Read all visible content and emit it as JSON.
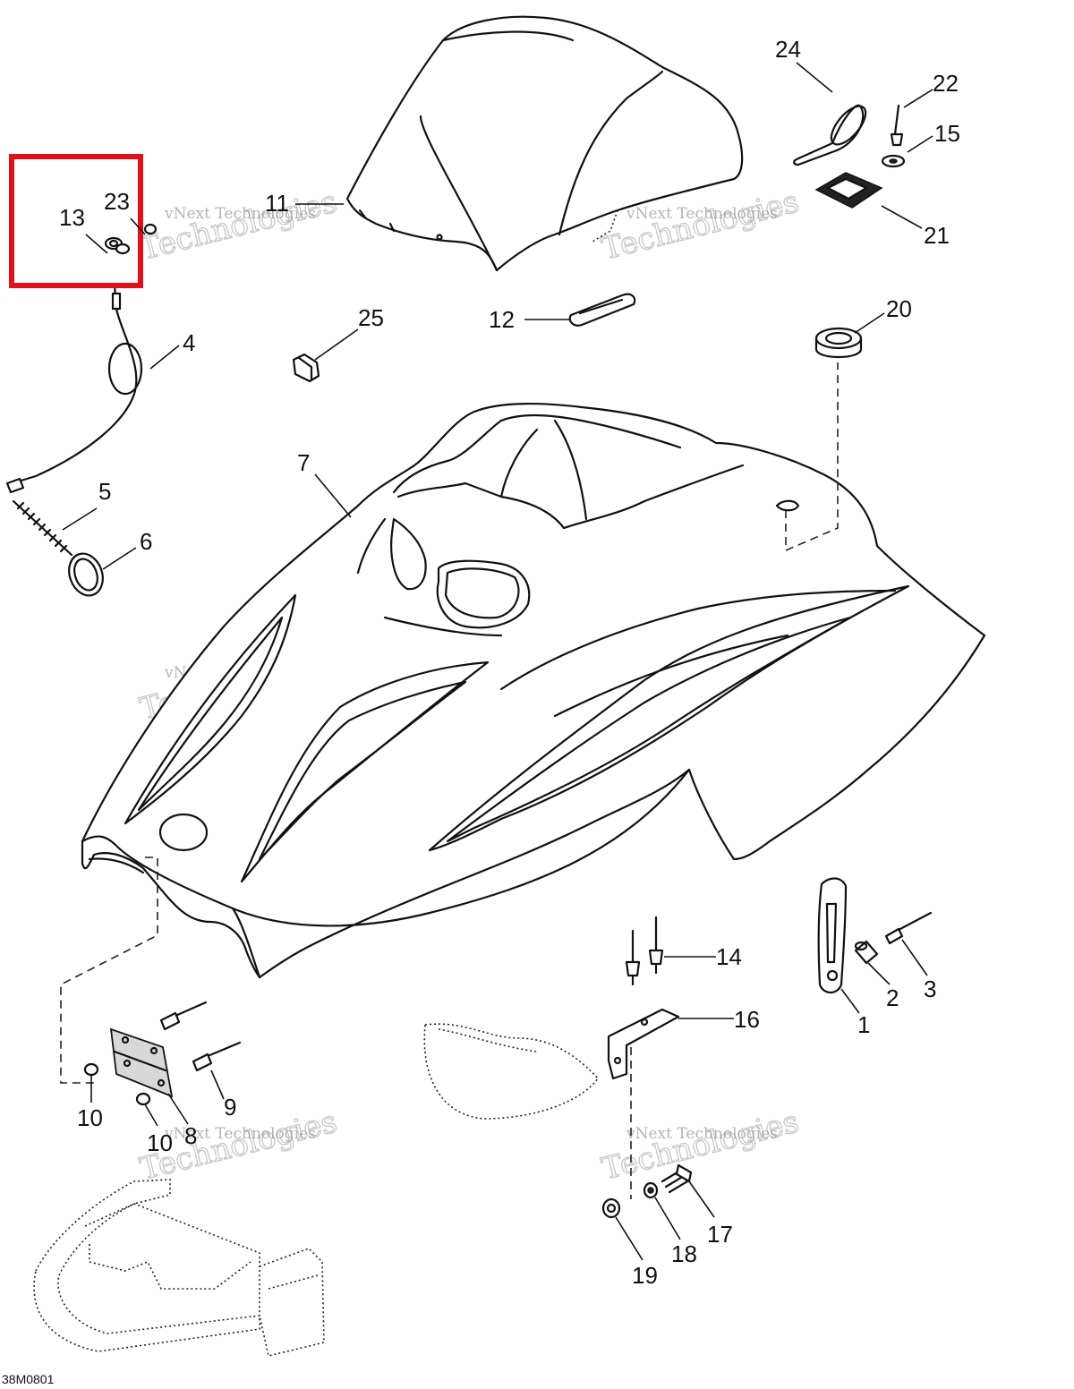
{
  "diagram": {
    "callouts": {
      "c1": "1",
      "c2": "2",
      "c3": "3",
      "c4": "4",
      "c5": "5",
      "c6": "6",
      "c7": "7",
      "c8": "8",
      "c9": "9",
      "c10a": "10",
      "c10b": "10",
      "c11": "11",
      "c12": "12",
      "c13": "13",
      "c14": "14",
      "c15": "15",
      "c16": "16",
      "c17": "17",
      "c18": "18",
      "c19": "19",
      "c20": "20",
      "c21": "21",
      "c22": "22",
      "c23": "23",
      "c24": "24",
      "c25": "25"
    },
    "figure_code": "38M0801",
    "watermark": {
      "line1": "vNext Technologies",
      "line2": "Technologies"
    },
    "highlight_color": "#e0101b"
  }
}
